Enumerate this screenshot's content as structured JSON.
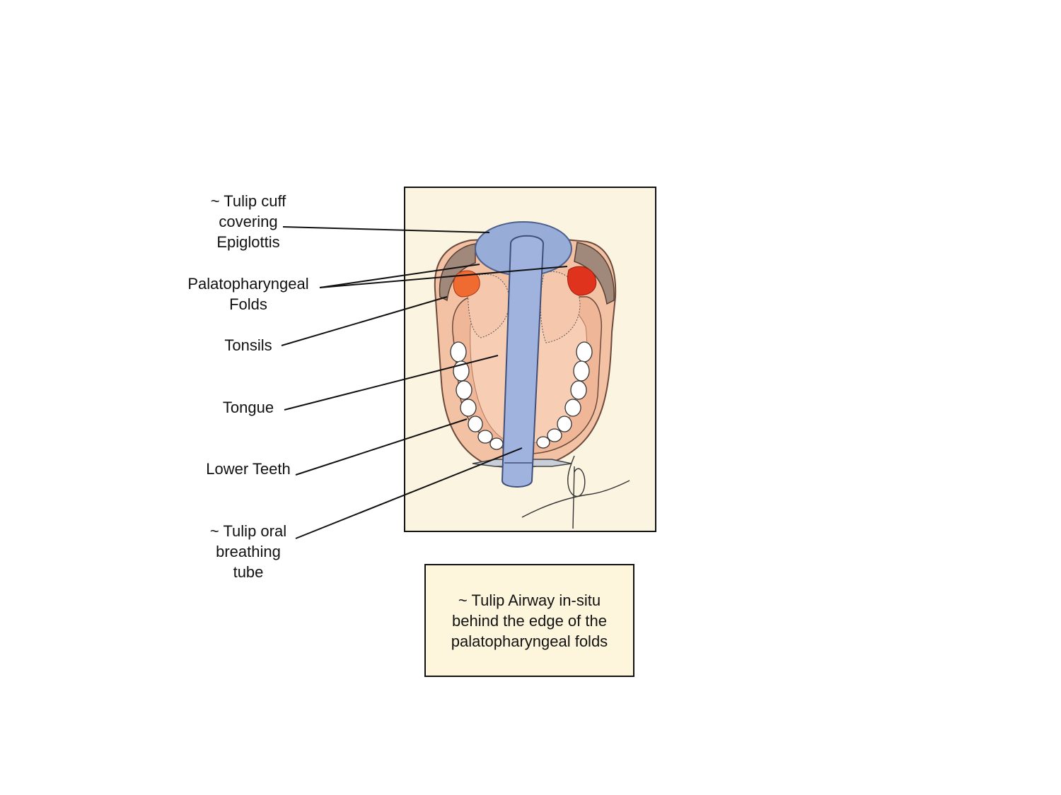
{
  "labels": {
    "cuff": [
      "~ Tulip cuff",
      "covering",
      "Epiglottis"
    ],
    "folds": [
      "Palatopharyngeal",
      "Folds"
    ],
    "tonsils": [
      "Tonsils"
    ],
    "tongue": [
      "Tongue"
    ],
    "teeth": [
      "Lower Teeth"
    ],
    "tube": [
      "~ Tulip oral",
      "breathing",
      "tube"
    ]
  },
  "caption": [
    "~ Tulip Airway in-situ",
    "behind the edge of the",
    "palatopharyngeal folds"
  ],
  "colors": {
    "paper": "#fbf4e1",
    "tissue": "#f0b698",
    "tissue_light": "#f7cdb4",
    "tube": "#9fb3de",
    "cuff": "#98acd8",
    "fold_red": "#e0331d",
    "tonsil_orange": "#ef6b32",
    "gum": "#f3a582",
    "caption_bg": "#fdf6dc"
  }
}
